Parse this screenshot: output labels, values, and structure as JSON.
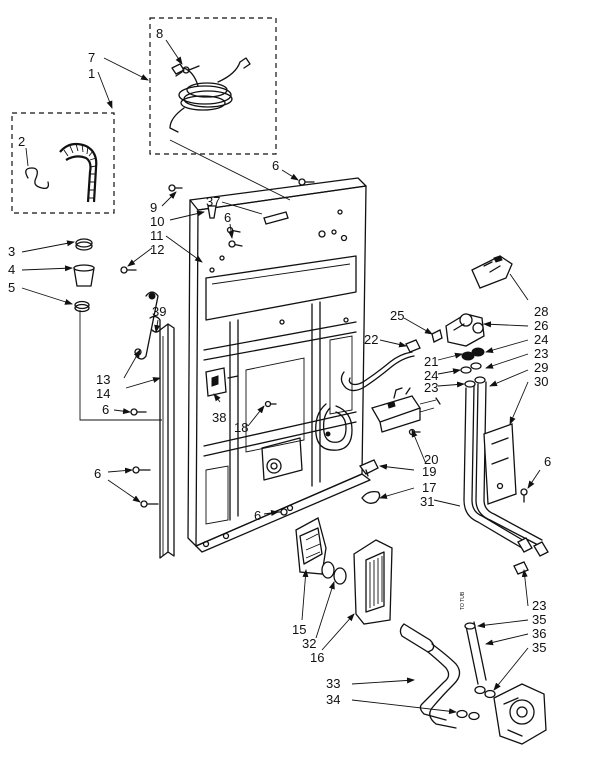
{
  "callouts": {
    "c1": "1",
    "c2": "2",
    "c3": "3",
    "c4": "4",
    "c5": "5",
    "c6a": "6",
    "c6b": "6",
    "c6c": "6",
    "c6d": "6",
    "c6e": "6",
    "c6f": "6",
    "c7": "7",
    "c8": "8",
    "c9": "9",
    "c10": "10",
    "c11": "11",
    "c12": "12",
    "c13": "13",
    "c14": "14",
    "c15": "15",
    "c16": "16",
    "c17": "17",
    "c18": "18",
    "c19": "19",
    "c20": "20",
    "c21": "21",
    "c22": "22",
    "c23a": "23",
    "c23b": "23",
    "c23c": "23",
    "c24a": "24",
    "c24b": "24",
    "c25": "25",
    "c26": "26",
    "c28": "28",
    "c29": "29",
    "c30": "30",
    "c31": "31",
    "c32": "32",
    "c33": "33",
    "c34": "34",
    "c35a": "35",
    "c35b": "35",
    "c36": "36",
    "c37": "37",
    "c38": "38",
    "c39": "39"
  },
  "pump_marking": "TO TUB"
}
